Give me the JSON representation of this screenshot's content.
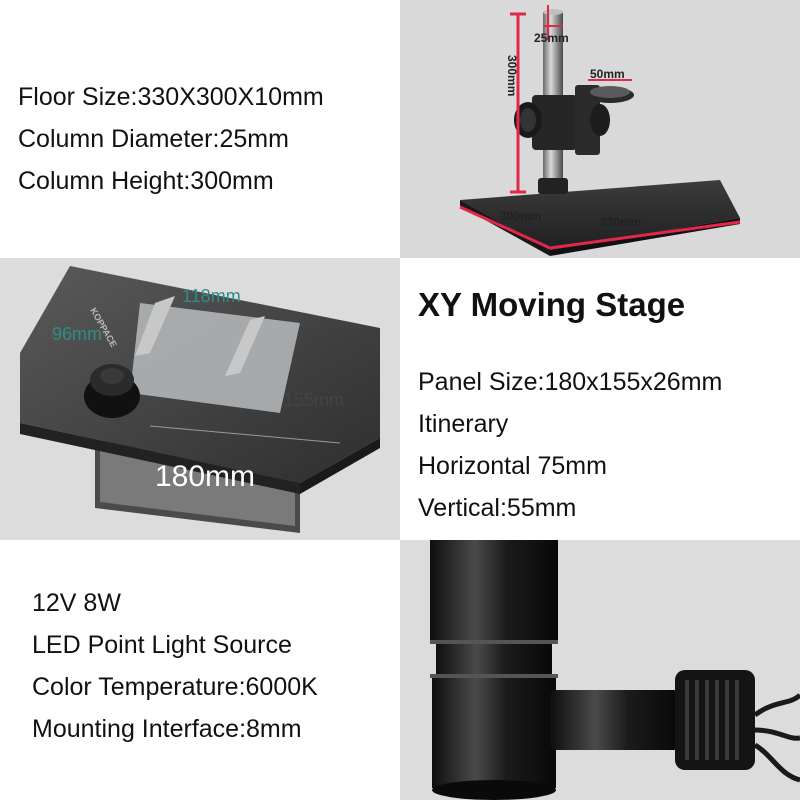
{
  "stand_section": {
    "specs": [
      "Floor Size:330X300X10mm",
      "Column Diameter:25mm",
      "Column Height:300mm"
    ],
    "photo_labels": {
      "column_diameter": "25mm",
      "column_height": "300mm",
      "holder": "50mm",
      "base_depth": "300mm",
      "base_width": "330mm"
    }
  },
  "stage_section": {
    "title": "XY Moving Stage",
    "specs": [
      "Panel Size:180x155x26mm",
      "Itinerary",
      "Horizontal 75mm",
      "Vertical:55mm"
    ],
    "photo_labels": {
      "top_width": "118mm",
      "top_depth": "96mm",
      "depth": "155mm",
      "width": "180mm",
      "brand": "KOPPACE"
    }
  },
  "light_section": {
    "specs": [
      "12V 8W",
      "LED Point Light Source",
      "Color Temperature:6000K",
      "Mounting Interface:8mm"
    ]
  },
  "colors": {
    "gray_panel": "#dcdcdc",
    "dimension_red": "#e0284a",
    "teal_label": "#2f8c86"
  }
}
